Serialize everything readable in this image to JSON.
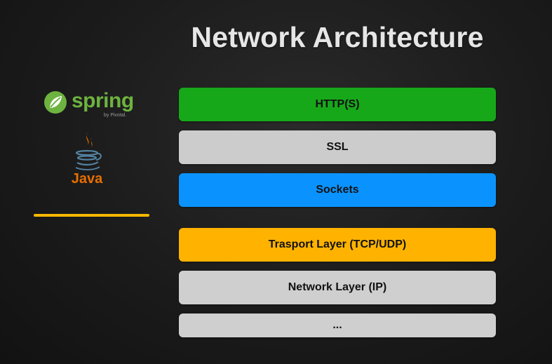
{
  "title": "Network Architecture",
  "logos": {
    "spring": {
      "word": "spring",
      "sub": "by Pivotal.",
      "color": "#6db33f"
    },
    "java": {
      "word": "Java",
      "color": "#e76f00",
      "accent": "#5382a1"
    }
  },
  "divider": {
    "color": "#f5b800"
  },
  "layers": [
    {
      "label": "HTTP(S)",
      "color": "#17a81a"
    },
    {
      "label": "SSL",
      "color": "#cccccc"
    },
    {
      "label": "Sockets",
      "color": "#0a93ff"
    },
    {
      "label": "Trasport Layer (TCP/UDP)",
      "color": "#ffb300"
    },
    {
      "label": "Network Layer (IP)",
      "color": "#cfcfcf"
    },
    {
      "label": "...",
      "color": "#cfcfcf"
    }
  ]
}
